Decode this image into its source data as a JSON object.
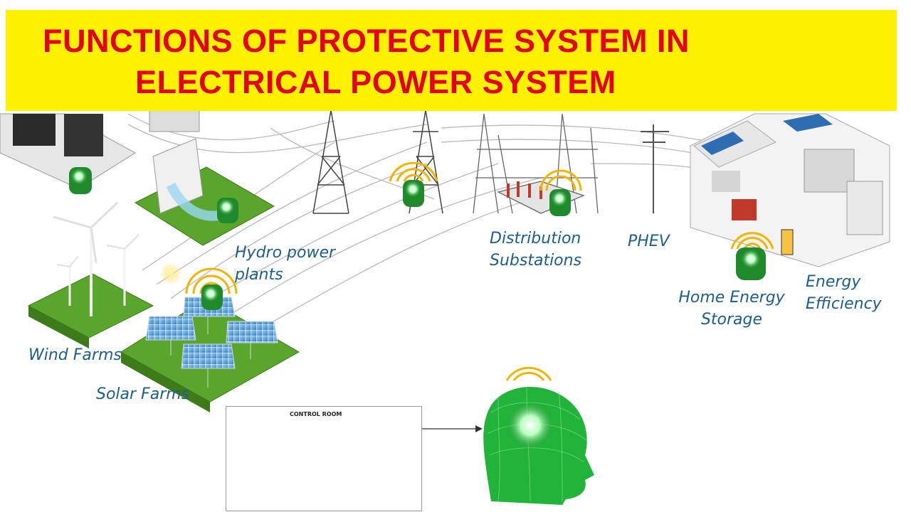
{
  "title": {
    "line1": "FUNCTIONS OF PROTECTIVE SYSTEM IN",
    "line2": "ELECTRICAL POWER SYSTEM"
  },
  "labels": {
    "hydro_line1": "Hydro power",
    "hydro_line2": "plants",
    "wind": "Wind Farms",
    "solar": "Solar Farms",
    "distribution_line1": "Distribution",
    "distribution_line2": "Substations",
    "phev": "PHEV",
    "home_line1": "Home Energy",
    "home_line2": "Storage",
    "efficiency_line1": "Energy",
    "efficiency_line2": "Efficiency",
    "control_room": "CONTROL ROOM"
  },
  "colors": {
    "banner": "#fff200",
    "title": "#e3001b",
    "label": "#1d5f86",
    "sensor": "#1f8a2c",
    "signal": "#f2b400",
    "brain": "#22b33a"
  }
}
